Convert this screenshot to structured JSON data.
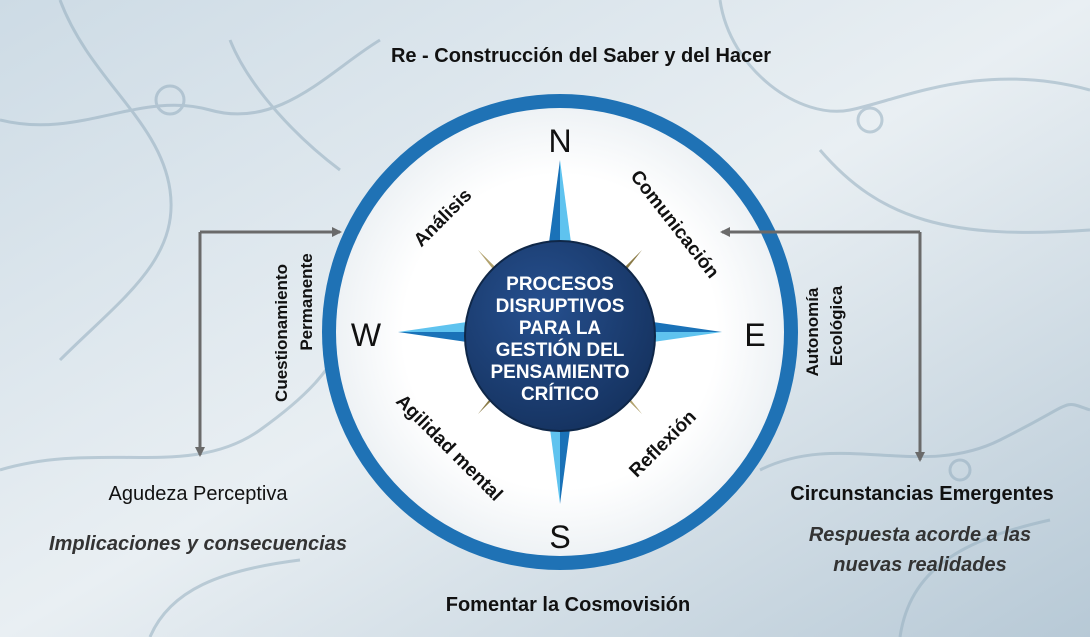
{
  "title": "Re - Construcción del Saber y del Hacer",
  "bottom_label": "Fomentar la Cosmovisión",
  "center_text": [
    "PROCESOS",
    "DISRUPTIVOS",
    "PARA LA",
    "GESTIÓN DEL",
    "PENSAMIENTO",
    "CRÍTICO"
  ],
  "compass": {
    "north": "N",
    "south": "S",
    "east": "E",
    "west": "W"
  },
  "ring_labels": {
    "nw": "Análisis",
    "ne": "Comunicación",
    "sw": "Agilidad mental",
    "se": "Reflexión"
  },
  "left": {
    "vertical_label": [
      "Cuestionamiento",
      "Permanente"
    ],
    "main": "Agudeza Perceptiva",
    "sub": "Implicaciones y consecuencias"
  },
  "right": {
    "vertical_label": [
      "Autonomía",
      "Ecológica"
    ],
    "main": "Circunstancias Emergentes",
    "sub": [
      "Respuesta acorde a las",
      "nuevas realidades"
    ]
  },
  "colors": {
    "ring": "#1f72b5",
    "center": "#1b3f78",
    "star_dark": "#1a72b8",
    "star_light": "#5fc3ef",
    "star_gold": "#9c8a55",
    "arrow": "#6a6a6a",
    "bg_light": "#dde7ee",
    "bg_dark": "#a9bfcd"
  }
}
